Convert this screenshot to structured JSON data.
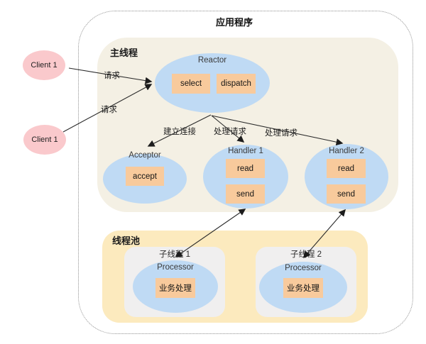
{
  "diagram": {
    "title": "应用程序",
    "colors": {
      "node_fill": "#BFDAF4",
      "op_fill": "#F8CA9C",
      "client_fill": "#FAC9CC",
      "main_thread_bg": "#F4F0E4",
      "thread_pool_bg": "#FCEABE",
      "sub_thread_bg": "#F0EFEF"
    },
    "regions": {
      "main_thread": {
        "label": "主线程"
      },
      "thread_pool": {
        "label": "线程池"
      },
      "sub_thread_1": {
        "label": "子线程 1"
      },
      "sub_thread_2": {
        "label": "子线程 2"
      }
    },
    "nodes": {
      "client_top": {
        "label": "Client 1"
      },
      "client_bottom": {
        "label": "Client 1"
      },
      "reactor": {
        "label": "Reactor",
        "ops": {
          "select": "select",
          "dispatch": "dispatch"
        }
      },
      "acceptor": {
        "label": "Acceptor",
        "ops": {
          "accept": "accept"
        }
      },
      "handler_1": {
        "label": "Handler 1",
        "ops": {
          "read": "read",
          "send": "send"
        }
      },
      "handler_2": {
        "label": "Handler 2",
        "ops": {
          "read": "read",
          "send": "send"
        }
      },
      "processor_1": {
        "label": "Processor",
        "ops": {
          "work": "业务处理"
        }
      },
      "processor_2": {
        "label": "Processor",
        "ops": {
          "work": "业务处理"
        }
      }
    },
    "edges": {
      "request_1": {
        "label": "请求"
      },
      "request_2": {
        "label": "请求"
      },
      "establish_connection": {
        "label": "建立连接"
      },
      "handle_request_1": {
        "label": "处理请求"
      },
      "handle_request_2": {
        "label": "处理请求"
      }
    }
  }
}
